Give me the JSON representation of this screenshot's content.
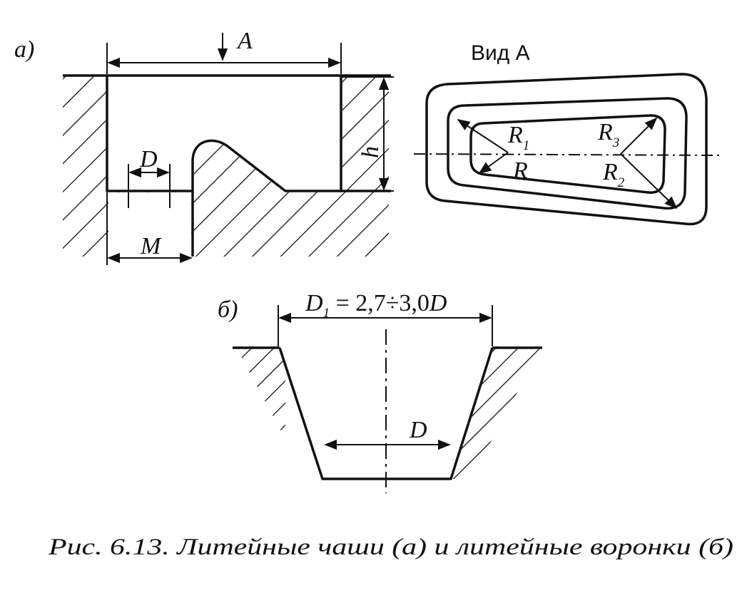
{
  "figure_a": {
    "panel_label": "а)",
    "dim_A": "A",
    "dim_h": "h",
    "dim_D": "D",
    "dim_M": "M"
  },
  "view_a": {
    "title": "Вид А",
    "r1": "R",
    "r1_sub": "1",
    "r": "R",
    "r3": "R",
    "r3_sub": "3",
    "r2": "R",
    "r2_sub": "2"
  },
  "figure_b": {
    "panel_label": "б)",
    "dim_D1_main": "D",
    "dim_D1_sub": "1",
    "dim_D1_formula": " = 2,7÷3,0",
    "dim_D1_tail": "D",
    "dim_D": "D"
  },
  "caption": "Рис. 6.13. Литейные чаши (а) и литейные воронки (б)",
  "colors": {
    "ink": "#111111",
    "paper": "#ffffff"
  }
}
